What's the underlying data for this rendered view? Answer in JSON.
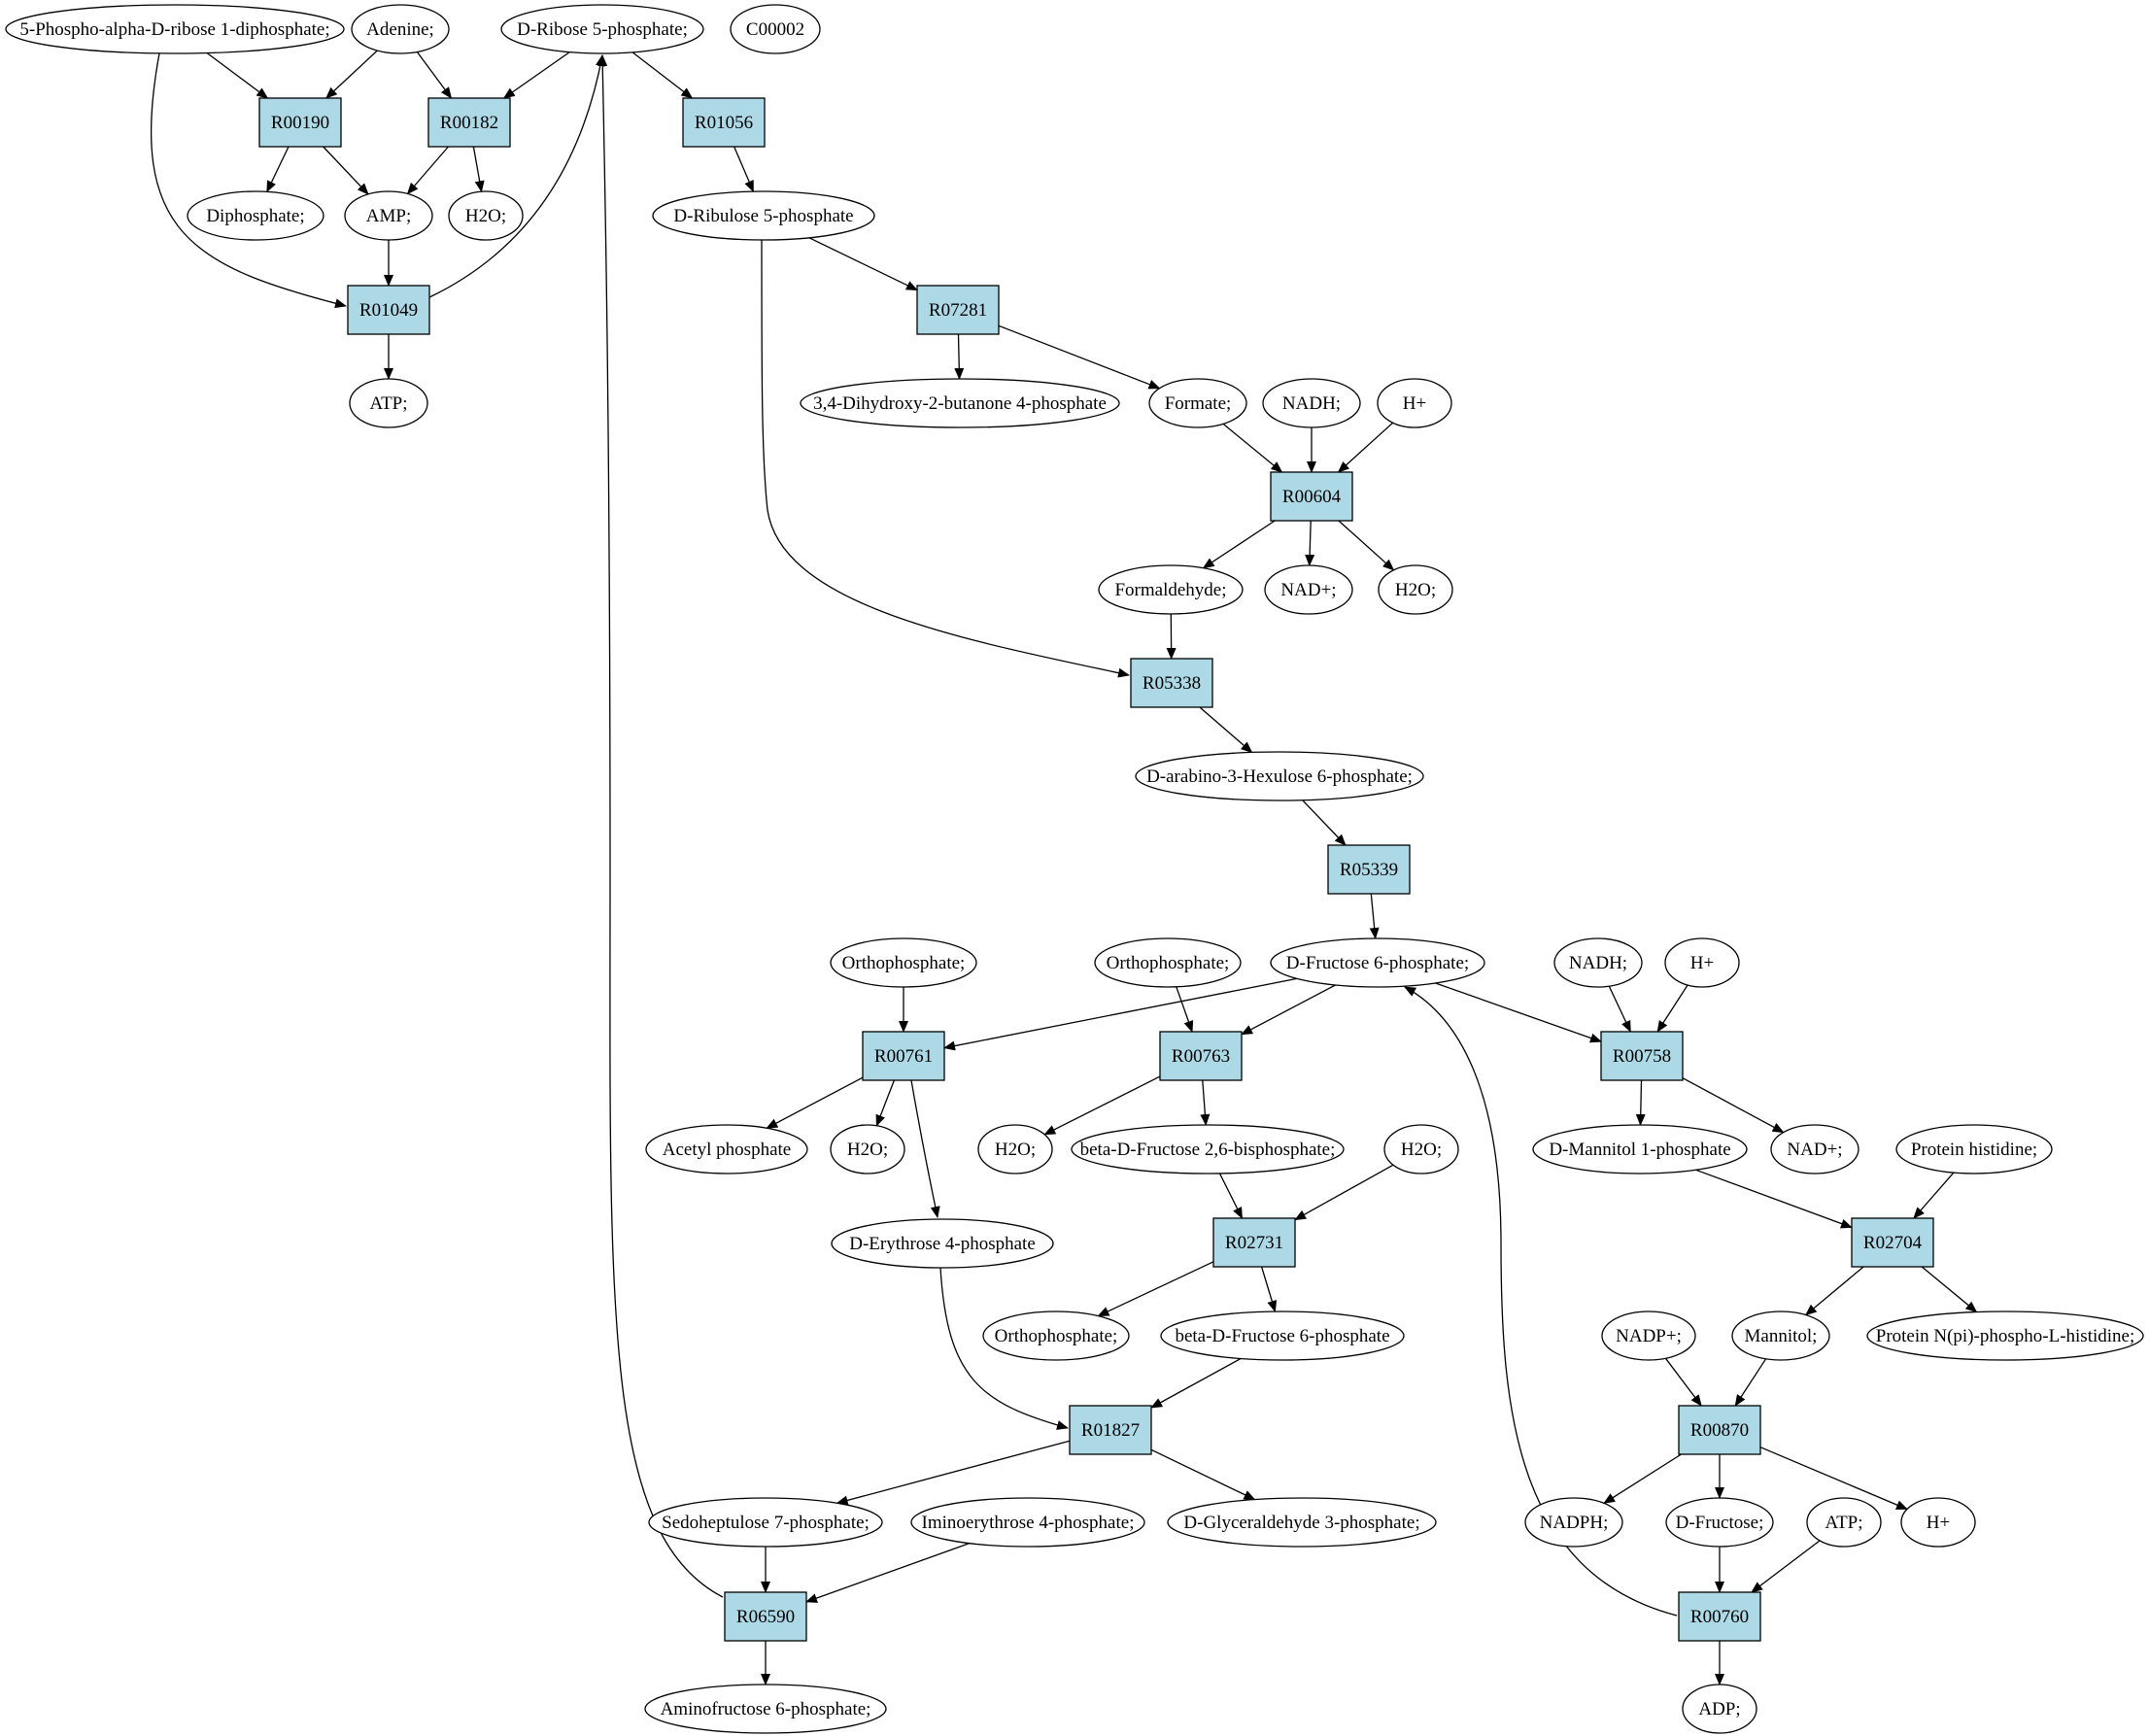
{
  "colors": {
    "reaction_fill": "#add8e6",
    "highlight_compound_fill": "#00ee00",
    "marker_compound_fill": "#ffff00",
    "default_compound_fill": "#ffffff",
    "edge_color": "#000000"
  },
  "compounds": [
    {
      "id": "c_prpp",
      "label": "5-Phospho-alpha-D-ribose 1-diphosphate;"
    },
    {
      "id": "c_adenine",
      "label": "Adenine;"
    },
    {
      "id": "c_r5p",
      "label": "D-Ribose 5-phosphate;",
      "highlight": "green"
    },
    {
      "id": "c_c00002",
      "label": "C00002",
      "highlight": "yellow"
    },
    {
      "id": "c_diphosphate",
      "label": "Diphosphate;"
    },
    {
      "id": "c_amp",
      "label": "AMP;"
    },
    {
      "id": "c_h2o_1",
      "label": "H2O;"
    },
    {
      "id": "c_ru5p",
      "label": "D-Ribulose 5-phosphate"
    },
    {
      "id": "c_atp_1",
      "label": "ATP;"
    },
    {
      "id": "c_dhbp",
      "label": "3,4-Dihydroxy-2-butanone 4-phosphate"
    },
    {
      "id": "c_formate",
      "label": "Formate;"
    },
    {
      "id": "c_nadh_1",
      "label": "NADH;"
    },
    {
      "id": "c_hplus_1",
      "label": "H+"
    },
    {
      "id": "c_formaldehyde",
      "label": "Formaldehyde;"
    },
    {
      "id": "c_nadplus_1",
      "label": "NAD+;"
    },
    {
      "id": "c_h2o_2",
      "label": "H2O;"
    },
    {
      "id": "c_hu6p",
      "label": "D-arabino-3-Hexulose 6-phosphate;"
    },
    {
      "id": "c_f6p",
      "label": "D-Fructose 6-phosphate;"
    },
    {
      "id": "c_pi_1",
      "label": "Orthophosphate;"
    },
    {
      "id": "c_pi_2",
      "label": "Orthophosphate;"
    },
    {
      "id": "c_nadh_2",
      "label": "NADH;"
    },
    {
      "id": "c_hplus_2",
      "label": "H+"
    },
    {
      "id": "c_acetylp",
      "label": "Acetyl phosphate"
    },
    {
      "id": "c_h2o_3",
      "label": "H2O;"
    },
    {
      "id": "c_h2o_4",
      "label": "H2O;"
    },
    {
      "id": "c_f26bp",
      "label": "beta-D-Fructose 2,6-bisphosphate;"
    },
    {
      "id": "c_h2o_5",
      "label": "H2O;"
    },
    {
      "id": "c_m1p",
      "label": "D-Mannitol 1-phosphate"
    },
    {
      "id": "c_nadplus_2",
      "label": "NAD+;"
    },
    {
      "id": "c_prothis",
      "label": "Protein histidine;"
    },
    {
      "id": "c_e4p",
      "label": "D-Erythrose 4-phosphate"
    },
    {
      "id": "c_pi_3",
      "label": "Orthophosphate;"
    },
    {
      "id": "c_bf6p",
      "label": "beta-D-Fructose 6-phosphate"
    },
    {
      "id": "c_nadpplus",
      "label": "NADP+;"
    },
    {
      "id": "c_mannitol",
      "label": "Mannitol;"
    },
    {
      "id": "c_prophos",
      "label": "Protein N(pi)-phospho-L-histidine;"
    },
    {
      "id": "c_s7p",
      "label": "Sedoheptulose 7-phosphate;"
    },
    {
      "id": "c_iminoe4p",
      "label": "Iminoerythrose 4-phosphate;"
    },
    {
      "id": "c_g3p",
      "label": "D-Glyceraldehyde 3-phosphate;"
    },
    {
      "id": "c_nadph",
      "label": "NADPH;"
    },
    {
      "id": "c_fructose",
      "label": "D-Fructose;"
    },
    {
      "id": "c_atp_2",
      "label": "ATP;"
    },
    {
      "id": "c_hplus_3",
      "label": "H+"
    },
    {
      "id": "c_aminof6p",
      "label": "Aminofructose 6-phosphate;"
    },
    {
      "id": "c_adp",
      "label": "ADP;"
    }
  ],
  "reactions": [
    {
      "id": "r_R00190",
      "label": "R00190"
    },
    {
      "id": "r_R00182",
      "label": "R00182"
    },
    {
      "id": "r_R01056",
      "label": "R01056"
    },
    {
      "id": "r_R01049",
      "label": "R01049"
    },
    {
      "id": "r_R07281",
      "label": "R07281"
    },
    {
      "id": "r_R00604",
      "label": "R00604"
    },
    {
      "id": "r_R05338",
      "label": "R05338"
    },
    {
      "id": "r_R05339",
      "label": "R05339"
    },
    {
      "id": "r_R00761",
      "label": "R00761"
    },
    {
      "id": "r_R00763",
      "label": "R00763"
    },
    {
      "id": "r_R00758",
      "label": "R00758"
    },
    {
      "id": "r_R02731",
      "label": "R02731"
    },
    {
      "id": "r_R02704",
      "label": "R02704"
    },
    {
      "id": "r_R01827",
      "label": "R01827"
    },
    {
      "id": "r_R00870",
      "label": "R00870"
    },
    {
      "id": "r_R06590",
      "label": "R06590"
    },
    {
      "id": "r_R00760",
      "label": "R00760"
    }
  ],
  "edges": [
    {
      "from": "c_prpp",
      "to": "r_R00190"
    },
    {
      "from": "c_adenine",
      "to": "r_R00190"
    },
    {
      "from": "c_adenine",
      "to": "r_R00182"
    },
    {
      "from": "c_r5p",
      "to": "r_R00182"
    },
    {
      "from": "c_r5p",
      "to": "r_R01056"
    },
    {
      "from": "r_R00190",
      "to": "c_diphosphate"
    },
    {
      "from": "r_R00190",
      "to": "c_amp"
    },
    {
      "from": "r_R00182",
      "to": "c_amp"
    },
    {
      "from": "r_R00182",
      "to": "c_h2o_1"
    },
    {
      "from": "r_R01056",
      "to": "c_ru5p"
    },
    {
      "from": "c_amp",
      "to": "r_R01049"
    },
    {
      "from": "c_prpp",
      "to": "r_R01049"
    },
    {
      "from": "r_R01049",
      "to": "c_atp_1"
    },
    {
      "from": "r_R01049",
      "to": "c_r5p"
    },
    {
      "from": "c_ru5p",
      "to": "r_R07281"
    },
    {
      "from": "c_ru5p",
      "to": "r_R05338"
    },
    {
      "from": "r_R07281",
      "to": "c_dhbp"
    },
    {
      "from": "r_R07281",
      "to": "c_formate"
    },
    {
      "from": "c_formate",
      "to": "r_R00604"
    },
    {
      "from": "c_nadh_1",
      "to": "r_R00604"
    },
    {
      "from": "c_hplus_1",
      "to": "r_R00604"
    },
    {
      "from": "r_R00604",
      "to": "c_formaldehyde"
    },
    {
      "from": "r_R00604",
      "to": "c_nadplus_1"
    },
    {
      "from": "r_R00604",
      "to": "c_h2o_2"
    },
    {
      "from": "c_formaldehyde",
      "to": "r_R05338"
    },
    {
      "from": "r_R05338",
      "to": "c_hu6p"
    },
    {
      "from": "c_hu6p",
      "to": "r_R05339"
    },
    {
      "from": "r_R05339",
      "to": "c_f6p"
    },
    {
      "from": "c_f6p",
      "to": "r_R00761"
    },
    {
      "from": "c_f6p",
      "to": "r_R00763"
    },
    {
      "from": "c_f6p",
      "to": "r_R00758"
    },
    {
      "from": "c_pi_1",
      "to": "r_R00761"
    },
    {
      "from": "c_pi_2",
      "to": "r_R00763"
    },
    {
      "from": "c_nadh_2",
      "to": "r_R00758"
    },
    {
      "from": "c_hplus_2",
      "to": "r_R00758"
    },
    {
      "from": "r_R00761",
      "to": "c_acetylp"
    },
    {
      "from": "r_R00761",
      "to": "c_h2o_3"
    },
    {
      "from": "r_R00761",
      "to": "c_e4p"
    },
    {
      "from": "r_R00763",
      "to": "c_h2o_4"
    },
    {
      "from": "r_R00763",
      "to": "c_f26bp"
    },
    {
      "from": "r_R00758",
      "to": "c_m1p"
    },
    {
      "from": "r_R00758",
      "to": "c_nadplus_2"
    },
    {
      "from": "c_f26bp",
      "to": "r_R02731"
    },
    {
      "from": "c_h2o_5",
      "to": "r_R02731"
    },
    {
      "from": "c_m1p",
      "to": "r_R02704"
    },
    {
      "from": "c_prothis",
      "to": "r_R02704"
    },
    {
      "from": "r_R02731",
      "to": "c_pi_3"
    },
    {
      "from": "r_R02731",
      "to": "c_bf6p"
    },
    {
      "from": "r_R02704",
      "to": "c_mannitol"
    },
    {
      "from": "r_R02704",
      "to": "c_prophos"
    },
    {
      "from": "c_e4p",
      "to": "r_R01827"
    },
    {
      "from": "c_bf6p",
      "to": "r_R01827"
    },
    {
      "from": "c_nadpplus",
      "to": "r_R00870"
    },
    {
      "from": "c_mannitol",
      "to": "r_R00870"
    },
    {
      "from": "r_R01827",
      "to": "c_s7p"
    },
    {
      "from": "r_R01827",
      "to": "c_g3p"
    },
    {
      "from": "r_R00870",
      "to": "c_nadph"
    },
    {
      "from": "r_R00870",
      "to": "c_fructose"
    },
    {
      "from": "r_R00870",
      "to": "c_hplus_3"
    },
    {
      "from": "c_s7p",
      "to": "r_R06590"
    },
    {
      "from": "c_iminoe4p",
      "to": "r_R06590"
    },
    {
      "from": "c_fructose",
      "to": "r_R00760"
    },
    {
      "from": "c_atp_2",
      "to": "r_R00760"
    },
    {
      "from": "r_R06590",
      "to": "c_aminof6p"
    },
    {
      "from": "r_R06590",
      "to": "c_r5p"
    },
    {
      "from": "r_R00760",
      "to": "c_adp"
    },
    {
      "from": "r_R00760",
      "to": "c_f6p"
    }
  ]
}
